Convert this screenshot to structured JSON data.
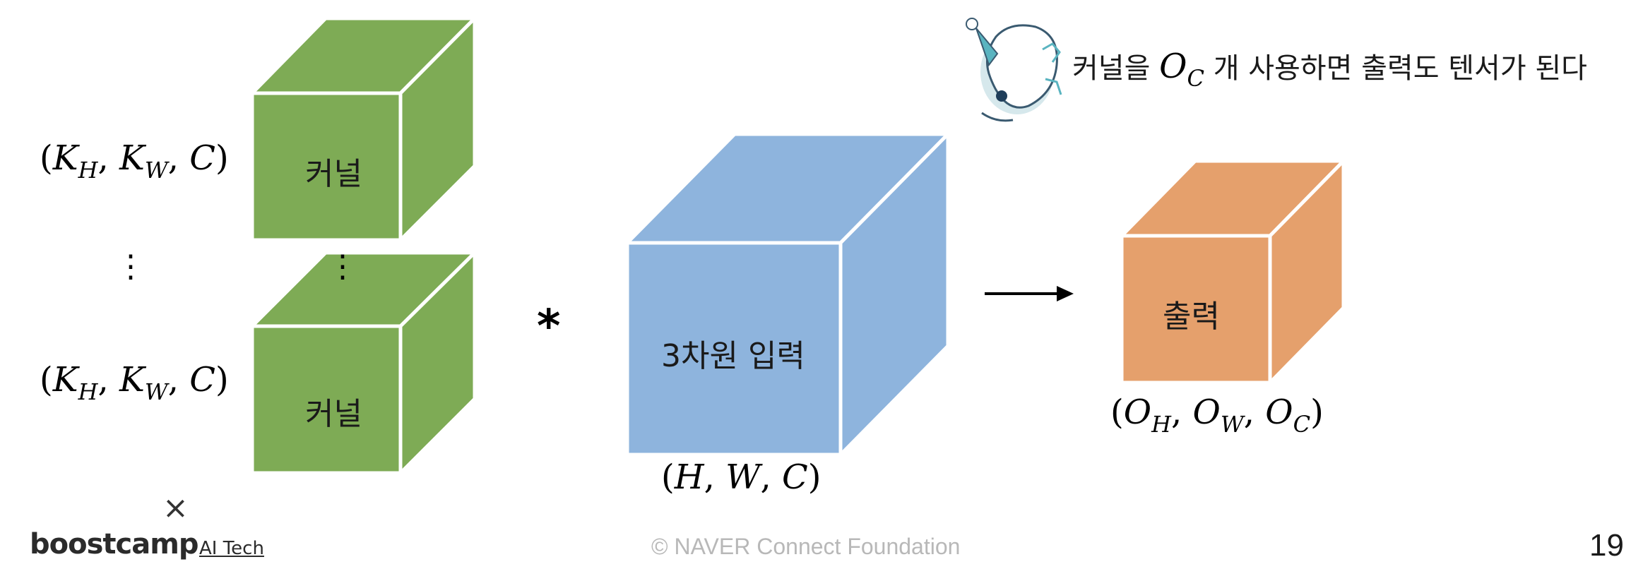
{
  "callout": {
    "prefix": "커널을",
    "subscript": "C",
    "base": "O",
    "suffix": "개 사용하면 출력도 텐서가 된다"
  },
  "kernels": {
    "top": {
      "label": "커널",
      "shape": {
        "open": "(",
        "k1": "K",
        "s1": "H",
        "k2": "K",
        "s2": "W",
        "c": "C",
        "close": ")"
      }
    },
    "bottom": {
      "label": "커널",
      "shape": {
        "open": "(",
        "k1": "K",
        "s1": "H",
        "k2": "K",
        "s2": "W",
        "c": "C",
        "close": ")"
      }
    },
    "ellipsis": "⋮"
  },
  "operator": "*",
  "input": {
    "label": "3차원 입력",
    "shape": {
      "a": "H",
      "b": "W",
      "c": "C"
    }
  },
  "output": {
    "label": "출력",
    "shape": {
      "o": "O",
      "s1": "H",
      "s2": "W",
      "s3": "C"
    }
  },
  "colors": {
    "kernel": "#7eab55",
    "input": "#8eb4dd",
    "output": "#e5a06c"
  },
  "footer": {
    "brand": "boostcamp",
    "sub": "AI Tech",
    "copyright": "©  NAVER Connect Foundation",
    "page": "19",
    "x_mark": "×"
  }
}
